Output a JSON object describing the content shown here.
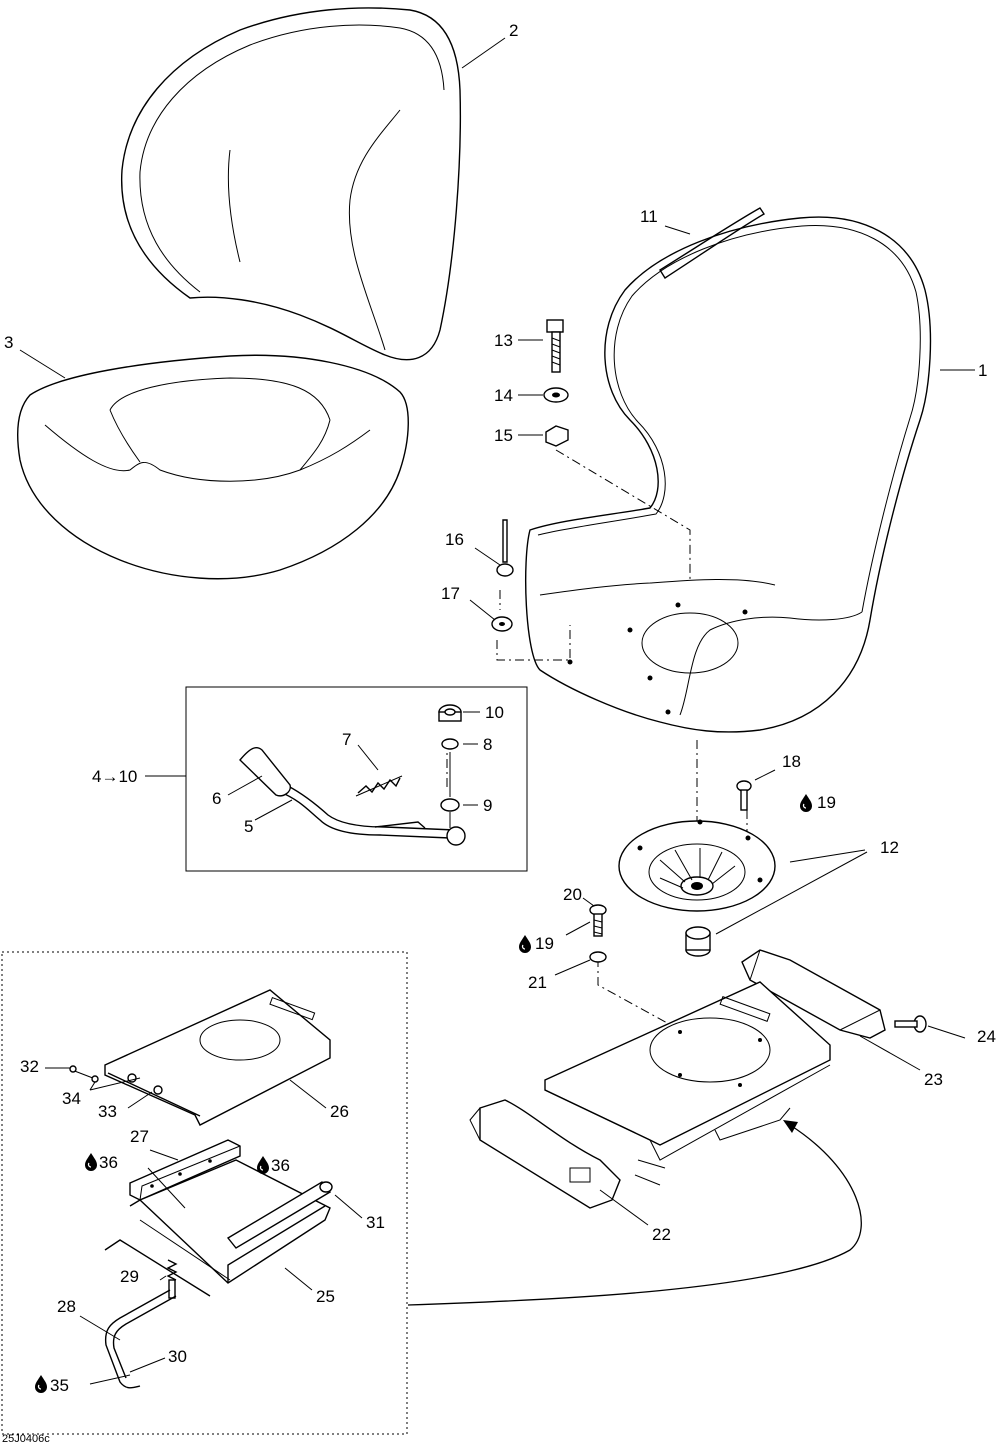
{
  "callouts": {
    "c1": "1",
    "c2": "2",
    "c3": "3",
    "c4_10": "4→10",
    "c5": "5",
    "c6": "6",
    "c7": "7",
    "c8": "8",
    "c9": "9",
    "c10": "10",
    "c11": "11",
    "c12": "12",
    "c13": "13",
    "c14": "14",
    "c15": "15",
    "c16": "16",
    "c17": "17",
    "c18": "18",
    "c19a": "19",
    "c19b": "19",
    "c20": "20",
    "c21": "21",
    "c22": "22",
    "c23": "23",
    "c24": "24",
    "c25": "25",
    "c26": "26",
    "c27": "27",
    "c28": "28",
    "c29": "29",
    "c30": "30",
    "c31": "31",
    "c32": "32",
    "c33": "33",
    "c34": "34",
    "c35": "35",
    "c36a": "36",
    "c36b": "36"
  },
  "figure_code": "25J0406c",
  "icons": {
    "lubricant": "oil-drop-icon"
  }
}
